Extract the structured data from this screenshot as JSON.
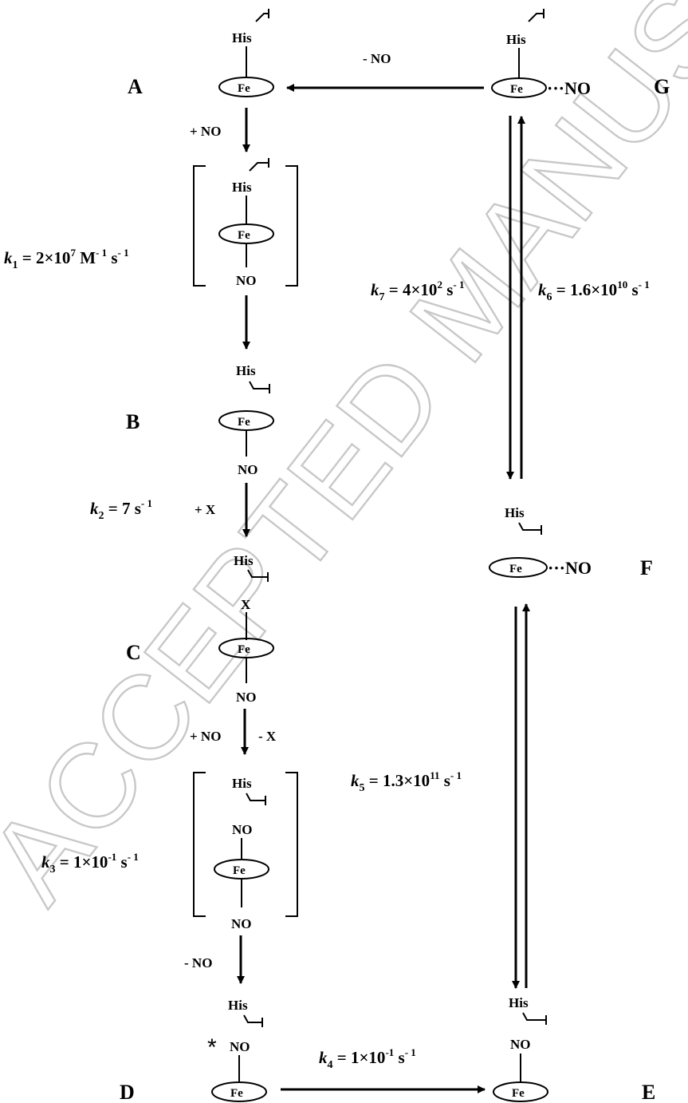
{
  "watermark": "ACCEPTED MANUSCRIPT",
  "labels": {
    "his": "His",
    "fe": "Fe",
    "no": "NO",
    "x": "X",
    "star": "*",
    "state_a": "A",
    "state_b": "B",
    "state_c": "C",
    "state_d": "D",
    "state_e": "E",
    "state_f": "F",
    "state_g": "G",
    "minus_no": "- NO",
    "plus_no": "+ NO",
    "plus_x": "+ X",
    "minus_x": "- X",
    "dots_no": "···NO"
  },
  "rates": {
    "k1": {
      "sym": "k",
      "sub": "1",
      "text": " = 2×10",
      "sup": "7",
      "tail": " M",
      "sup2": "- 1",
      "tail2": " s",
      "sup3": "- 1"
    },
    "k2": {
      "sym": "k",
      "sub": "2",
      "text": " = 7 s",
      "sup": "- 1"
    },
    "k3": {
      "sym": "k",
      "sub": "3",
      "text": " = 1×10",
      "sup": "-1",
      "tail": " s",
      "sup2": "- 1"
    },
    "k4": {
      "sym": "k",
      "sub": "4",
      "text": " = 1×10",
      "sup": "-1",
      "tail": " s",
      "sup2": "- 1"
    },
    "k5": {
      "sym": "k",
      "sub": "5",
      "text": " = 1.3×10",
      "sup": "11",
      "tail": " s",
      "sup2": "- 1"
    },
    "k6": {
      "sym": "k",
      "sub": "6",
      "text": " = 1.6×10",
      "sup": "10",
      "tail": " s",
      "sup2": "- 1"
    },
    "k7": {
      "sym": "k",
      "sub": "7",
      "text": " = 4×10",
      "sup": "2",
      "tail": " s",
      "sup2": "- 1"
    }
  }
}
